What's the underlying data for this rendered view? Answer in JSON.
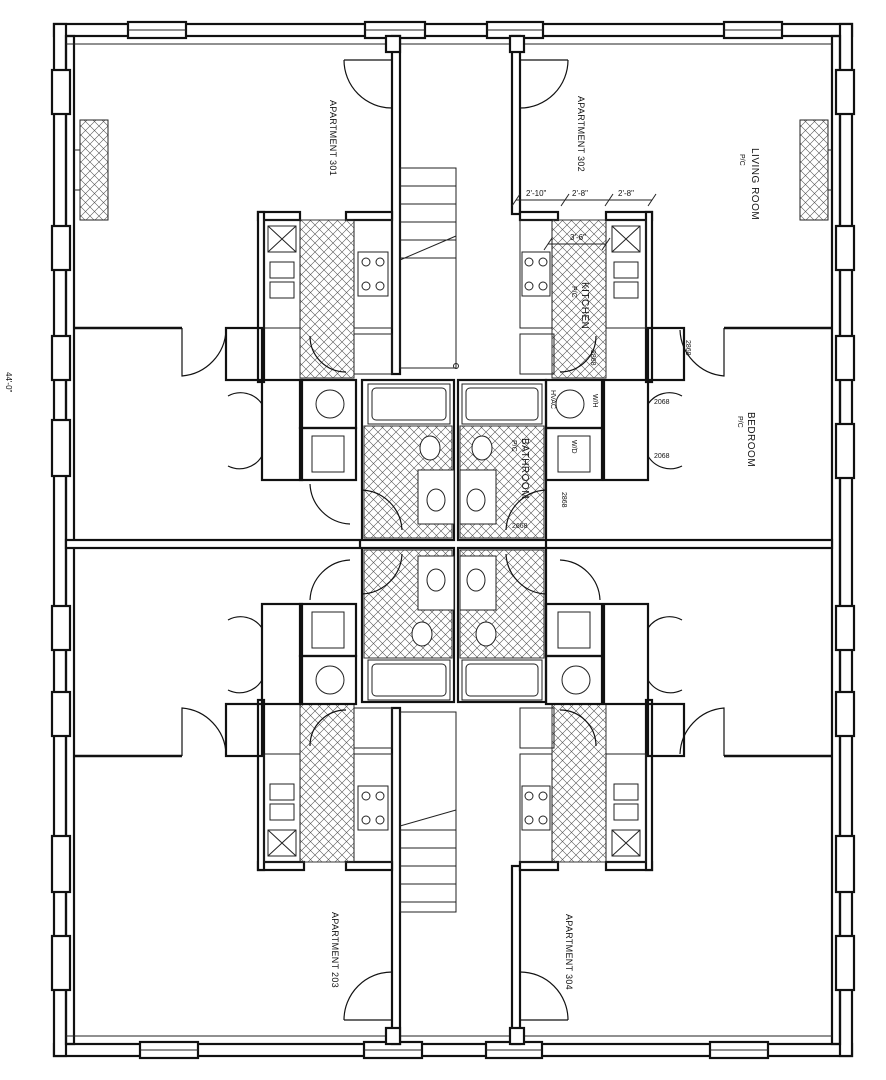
{
  "apartments": {
    "a301": "APARTMENT 301",
    "a302": "APARTMENT 302",
    "a203": "APARTMENT 203",
    "a304": "APARTMENT 304"
  },
  "rooms": {
    "living_room": "LIVING ROOM",
    "kitchen": "KITCHEN",
    "bedroom": "BEDROOM",
    "bathroom": "BATHROOM",
    "finish_tag": "P/C",
    "hvac": "HVAC",
    "wh": "W/H",
    "wd": "W/D"
  },
  "dimensions": {
    "d1": "2'-10\"",
    "d2": "2'-8\"",
    "d3": "2'-8\"",
    "d4": "3'-6\"",
    "overall": "44'-0\""
  },
  "door_tags": {
    "t1": "2868",
    "t2": "2068",
    "t3": "2068",
    "t4": "2868",
    "t5": "2868",
    "t6": "2668"
  },
  "colors": {
    "line": "#111111",
    "background": "#ffffff"
  }
}
